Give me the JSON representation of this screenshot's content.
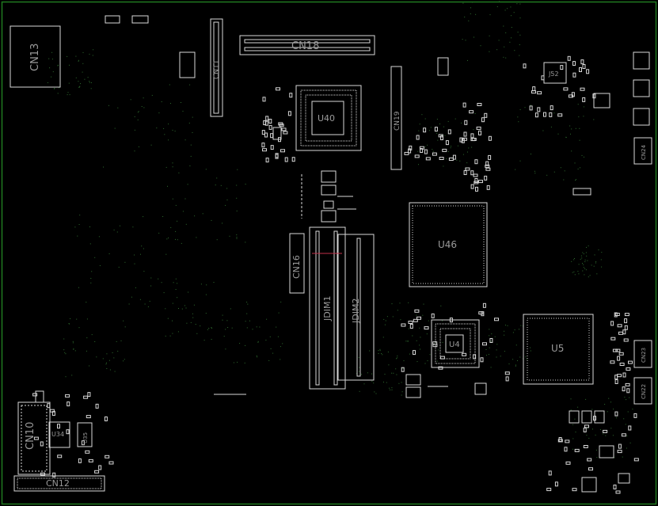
{
  "colors": {
    "background": "#000000",
    "board_outline": "#1f7a1f",
    "component_outline": "#d8d8d8",
    "label": "#9a9a9a",
    "ddr_trace": "#c0304a",
    "dots": "#2e6b2e"
  },
  "components": {
    "cn13": "CN13",
    "cn18": "CN18",
    "cn11": "CN11",
    "cn19": "CN19",
    "u40": "U40",
    "j52": "J52",
    "u46": "U46",
    "cn16": "CN16",
    "dimm1": "JDIM1",
    "dimm2": "JDIM2",
    "u5": "U5",
    "u4": "U4",
    "cn23": "CN23",
    "cn22": "CN22",
    "cn24": "CN24",
    "cn10": "CN10",
    "cn12": "CN12",
    "u34": "U34",
    "u35": "U35"
  }
}
